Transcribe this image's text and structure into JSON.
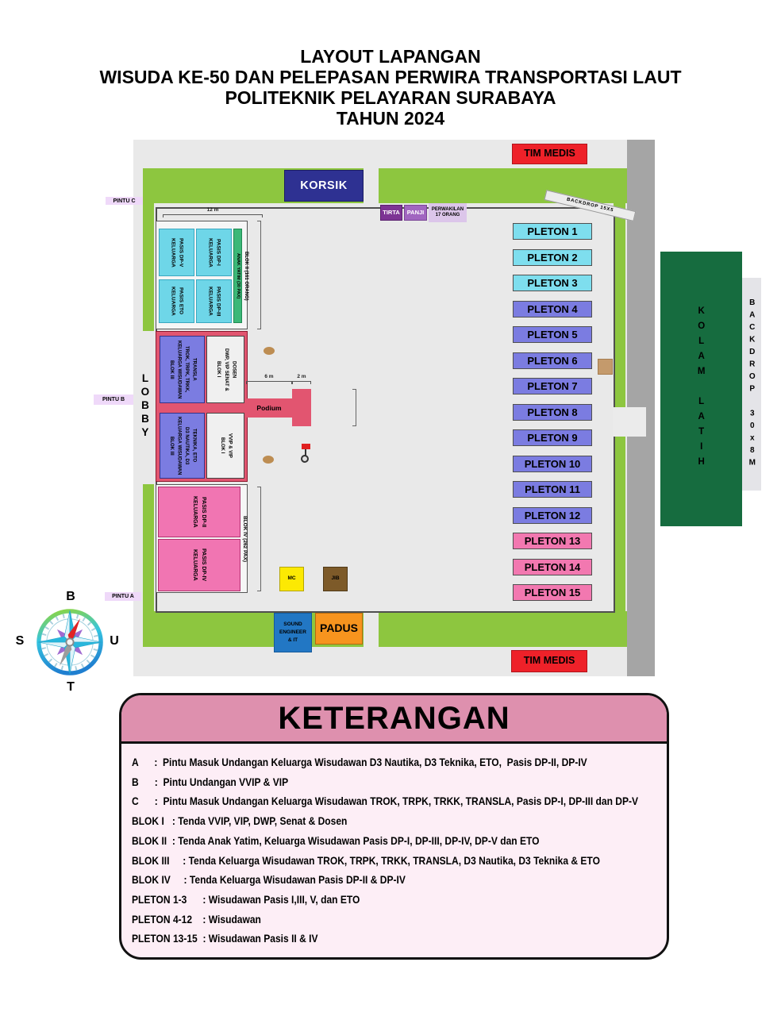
{
  "title_lines": [
    "LAYOUT LAPANGAN",
    "WISUDA KE-50 DAN PELEPASAN PERWIRA TRANSPORTASI LAUT",
    "POLITEKNIK PELAYARAN SURABAYA",
    "TAHUN 2024"
  ],
  "field": {
    "tim_medis_top": "TIM MEDIS",
    "tim_medis_bottom": "TIM MEDIS",
    "korsik": "KORSIK",
    "backdrop_top": "BACKDROP 15X5",
    "tirta": "TIRTA",
    "panji": "PANJI",
    "perwakilan": "PERWAKILAN\n17 ORANG",
    "lobby": "LOBBY",
    "pintu_a": "PINTU A",
    "pintu_b": "PINTU B",
    "pintu_c": "PINTU C",
    "blok2": {
      "dp_v": "KELUARGA\nPASIS DP-V",
      "dp_i": "KELUARGA\nPASIS DP-I",
      "eto": "KELUARGA\nPASIS ETO",
      "dp_iii": "KELUARGA\nPASIS DP-III",
      "anak_yatim": "ANAK YATIM (30 PAX)",
      "label": "BLOK II (161 ORANG)",
      "dim_12m": "12 m"
    },
    "blok13": {
      "blok3_top": "BLOK III\nKELUARGA WISUDAWAN\nTROK, TRPK, TRKK,\nTRANSLA",
      "blok1_top": "BLOK I\nDWP, VIP SENAT &\nDOSEN",
      "blok3_bottom": "BLOK III\nKELUARGA WISUDAWAN\nD3 NAUTIKA, D3\nTEKNIKA, ETO",
      "blok1_bottom": "BLOK I\nVVIP & VIP"
    },
    "podium": {
      "label": "Podium",
      "dim_6m": "6 m",
      "dim_2m": "2 m"
    },
    "blok4": {
      "dp_ii": "KELUARGA\nPASIS DP-II",
      "dp_iv": "KELUARGA\nPASIS DP-IV",
      "label": "BLOK IV (262 PAX)"
    },
    "mc": "MC",
    "jib": "JIB",
    "sound": "SOUND\nENGINEER\n& IT",
    "padus": "PADUS",
    "kolam_latih": "KOLAM LATIH",
    "backdrop_right": "BACKDROP 30x8M"
  },
  "pletons": [
    {
      "label": "PLETON 1",
      "color": "#7edeee"
    },
    {
      "label": "PLETON 2",
      "color": "#7edeee"
    },
    {
      "label": "PLETON 3",
      "color": "#7edeee"
    },
    {
      "label": "PLETON 4",
      "color": "#7b7ce1"
    },
    {
      "label": "PLETON 5",
      "color": "#7b7ce1"
    },
    {
      "label": "PLETON 6",
      "color": "#7b7ce1"
    },
    {
      "label": "PLETON 7",
      "color": "#7b7ce1"
    },
    {
      "label": "PLETON 8",
      "color": "#7b7ce1"
    },
    {
      "label": "PLETON 9",
      "color": "#7b7ce1"
    },
    {
      "label": "PLETON 10",
      "color": "#7b7ce1"
    },
    {
      "label": "PLETON 11",
      "color": "#7b7ce1"
    },
    {
      "label": "PLETON 12",
      "color": "#7b7ce1"
    },
    {
      "label": "PLETON 13",
      "color": "#f278b0"
    },
    {
      "label": "PLETON 14",
      "color": "#f278b0"
    },
    {
      "label": "PLETON 15",
      "color": "#f278b0"
    }
  ],
  "compass": {
    "top": "B",
    "right": "U",
    "bottom": "T",
    "left": "S"
  },
  "legend": {
    "title": "KETERANGAN",
    "rows": [
      "A      :  Pintu Masuk Undangan Keluarga Wisudawan D3 Nautika, D3 Teknika, ETO,  Pasis DP-II, DP-IV",
      "B      :  Pintu Undangan VVIP & VIP",
      "C      :  Pintu Masuk Undangan Keluarga Wisudawan TROK, TRPK, TRKK, TRANSLA, Pasis DP-I, DP-III dan DP-V",
      "BLOK I   : Tenda VVIP, VIP, DWP, Senat & Dosen",
      "BLOK II  : Tenda Anak Yatim, Keluarga Wisudawan Pasis DP-I, DP-III, DP-IV, DP-V dan ETO",
      "BLOK III     : Tenda Keluarga Wisudawan TROK, TRPK, TRKK, TRANSLA, D3 Nautika, D3 Teknika & ETO",
      "BLOK IV     : Tenda Keluarga Wisudawan Pasis DP-II & DP-IV",
      "PLETON 1-3      : Wisudawan Pasis I,III, V, dan ETO",
      "PLETON 4-12    : Wisudawan",
      "PLETON 13-15  : Wisudawan Pasis II & IV"
    ]
  },
  "colors": {
    "green_border": "#8dc63f",
    "dark_green_pool": "#166c3f",
    "red_medic": "#ee2129",
    "navy_korsik": "#2e3192",
    "cyan_seat": "#6ed6e8",
    "purple_seat": "#7b7ce1",
    "rose_block": "#e25570",
    "pink_seat": "#f175b2"
  }
}
